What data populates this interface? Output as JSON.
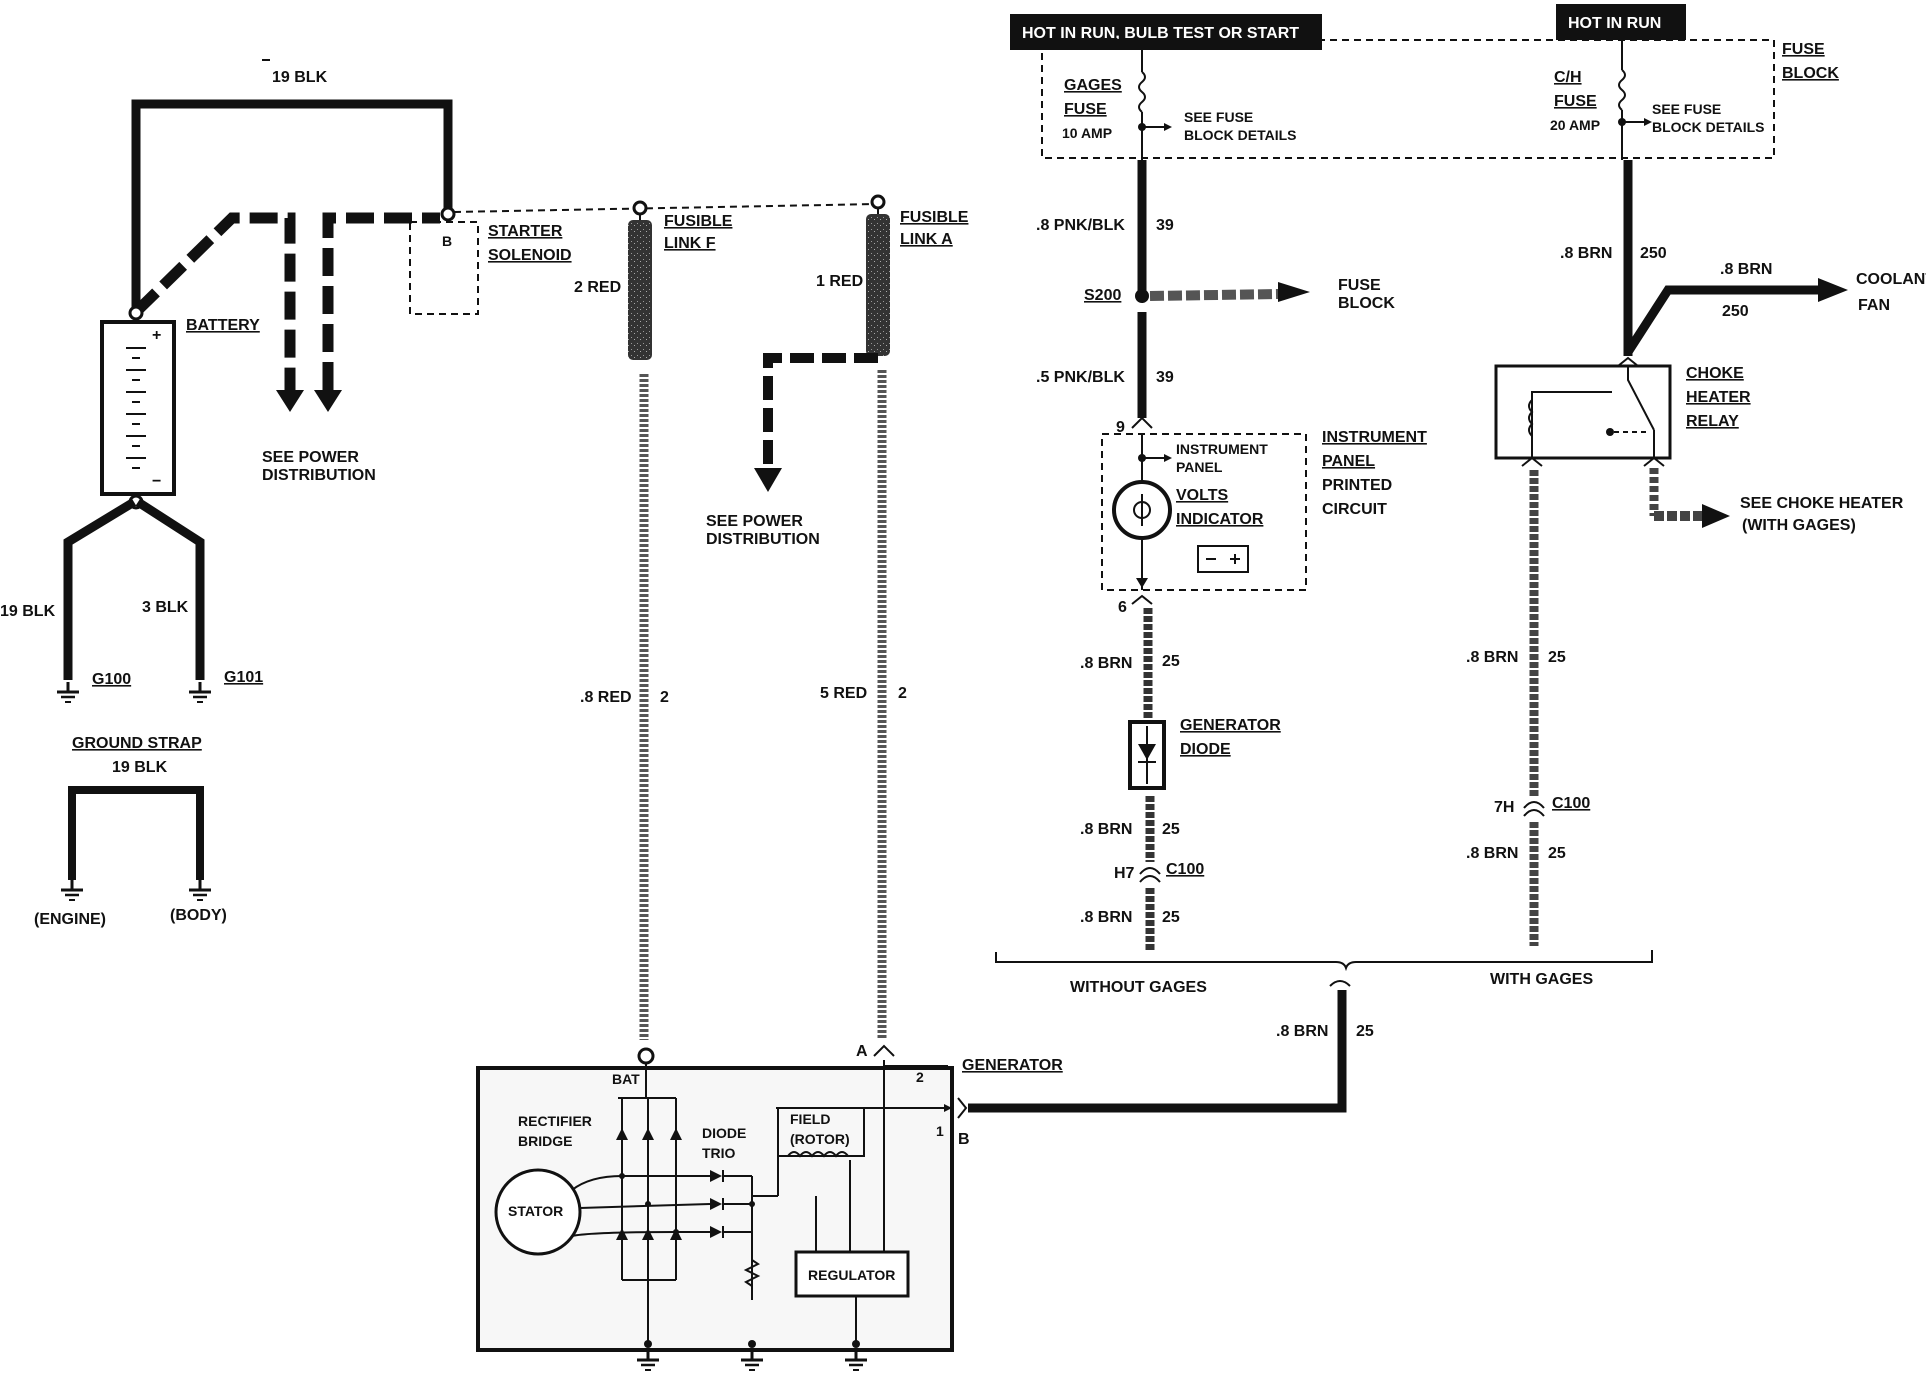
{
  "diagram": {
    "battery_section": {
      "wire_top": "19 BLK",
      "battery_label": "BATTERY",
      "plus": "+",
      "minus": "−",
      "see_power_distribution": [
        "SEE POWER",
        "DISTRIBUTION"
      ],
      "starter_solenoid": [
        "STARTER",
        "SOLENOID"
      ],
      "starter_terminal": "B",
      "ground_wires": [
        {
          "wire": "19 BLK",
          "ground": "G100"
        },
        {
          "wire": "3 BLK",
          "ground": "G101"
        }
      ],
      "ground_strap": {
        "title": "GROUND STRAP",
        "wire": "19 BLK",
        "ends": [
          "(ENGINE)",
          "(BODY)"
        ]
      }
    },
    "fusible_links": [
      {
        "label": [
          "FUSIBLE",
          "LINK F"
        ],
        "wire_in": "2 RED",
        "wire_out": ".8 RED",
        "circuit": "2"
      },
      {
        "label": [
          "FUSIBLE",
          "LINK A"
        ],
        "wire_in": "1 RED",
        "wire_out": "5 RED",
        "circuit": "2"
      }
    ],
    "see_power_distribution_2": [
      "SEE POWER",
      "DISTRIBUTION"
    ],
    "power_headers": [
      "HOT IN RUN, BULB TEST OR START",
      "HOT IN RUN"
    ],
    "fuse_block": {
      "label": [
        "FUSE",
        "BLOCK"
      ],
      "fuses": [
        {
          "name": [
            "GAGES",
            "FUSE"
          ],
          "rating": "10 AMP",
          "note": [
            "SEE FUSE",
            "BLOCK DETAILS"
          ]
        },
        {
          "name": [
            "C/H",
            "FUSE"
          ],
          "rating": "20 AMP",
          "note": [
            "SEE FUSE",
            "BLOCK DETAILS"
          ]
        }
      ]
    },
    "left_circuit": {
      "wire1": ".8 PNK/BLK",
      "circuit1": "39",
      "splice": "S200",
      "fuse_block_ref": [
        "FUSE",
        "BLOCK"
      ],
      "wire2": ".5 PNK/BLK",
      "circuit2": "39",
      "pin_in": "9",
      "instrument_panel": {
        "label": [
          "INSTRUMENT",
          "PANEL",
          "PRINTED",
          "CIRCUIT"
        ],
        "inner_label": [
          "INSTRUMENT",
          "PANEL"
        ],
        "gauge": [
          "VOLTS",
          "INDICATOR"
        ]
      },
      "pin_out": "6",
      "wire3": ".8 BRN",
      "circuit3": "25",
      "diode": [
        "GENERATOR",
        "DIODE"
      ],
      "wire4": ".8 BRN",
      "circuit4": "25",
      "connector_pin": "H7",
      "connector": "C100",
      "wire5": ".8 BRN",
      "circuit5": "25"
    },
    "right_circuit": {
      "wire1": ".8 BRN",
      "circuit1": "250",
      "coolant_wire": ".8 BRN",
      "coolant_circuit": "250",
      "coolant_fan": [
        "COOLANT",
        "FAN"
      ],
      "relay": [
        "CHOKE",
        "HEATER",
        "RELAY"
      ],
      "choke_heater": [
        "SEE CHOKE HEATER",
        "(WITH GAGES)"
      ],
      "wire2": ".8 BRN",
      "circuit2": "25",
      "connector_pin": "7H",
      "connector": "C100",
      "wire3": ".8 BRN",
      "circuit3": "25"
    },
    "options": [
      "WITHOUT GAGES",
      "WITH GAGES"
    ],
    "merge_wire": ".8 BRN",
    "merge_circuit": "25",
    "generator": {
      "label": "GENERATOR",
      "bat": "BAT",
      "terminal_a": "A",
      "terminal_2": "2",
      "terminal_1": "1",
      "terminal_b": "B",
      "rectifier": [
        "RECTIFIER",
        "BRIDGE"
      ],
      "diode_trio": [
        "DIODE",
        "TRIO"
      ],
      "field": [
        "FIELD",
        "(ROTOR)"
      ],
      "stator": "STATOR",
      "regulator": "REGULATOR"
    }
  }
}
